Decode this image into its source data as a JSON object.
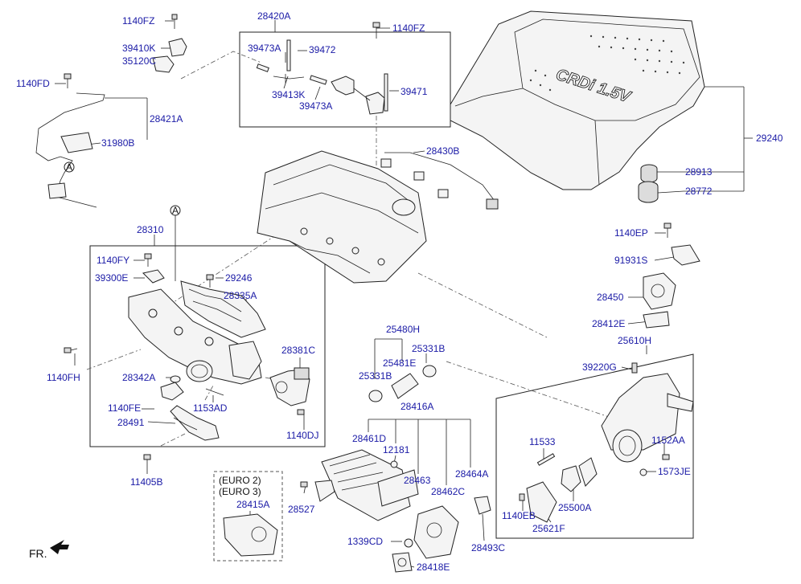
{
  "labels": {
    "l_1140FZ_a": "1140FZ",
    "l_39410K": "39410K",
    "l_35120C": "35120C",
    "l_1140FD": "1140FD",
    "l_28421A": "28421A",
    "l_31980B": "31980B",
    "l_28420A": "28420A",
    "l_39473A_a": "39473A",
    "l_39472": "39472",
    "l_39413K": "39413K",
    "l_39473A_b": "39473A",
    "l_39471": "39471",
    "l_1140FZ_b": "1140FZ",
    "l_28430B": "28430B",
    "l_29240": "29240",
    "l_28913": "28913",
    "l_28772": "28772",
    "l_28310": "28310",
    "l_1140FY": "1140FY",
    "l_39300E": "39300E",
    "l_29246": "29246",
    "l_28335A": "28335A",
    "l_28381C": "28381C",
    "l_1140FH": "1140FH",
    "l_28342A": "28342A",
    "l_1140FE": "1140FE",
    "l_28491": "28491",
    "l_1153AD": "1153AD",
    "l_1140DJ": "1140DJ",
    "l_11405B": "11405B",
    "l_25480H": "25480H",
    "l_25481E": "25481E",
    "l_25331B_a": "25331B",
    "l_25331B_b": "25331B",
    "l_28416A": "28416A",
    "l_28461D": "28461D",
    "l_12181": "12181",
    "l_28463": "28463",
    "l_28462C": "28462C",
    "l_28464A": "28464A",
    "l_28527": "28527",
    "l_1339CD": "1339CD",
    "l_28493C": "28493C",
    "l_28418E": "28418E",
    "l_28415A": "28415A",
    "l_euro2": "(EURO 2)",
    "l_euro3": "(EURO 3)",
    "l_1140EP": "1140EP",
    "l_91931S": "91931S",
    "l_28450": "28450",
    "l_28412E": "28412E",
    "l_25610H": "25610H",
    "l_39220G": "39220G",
    "l_11533": "11533",
    "l_1152AA": "1152AA",
    "l_1573JE": "1573JE",
    "l_1140EB": "1140EB",
    "l_25500A": "25500A",
    "l_25621F": "25621F",
    "l_ref_a1": "A",
    "l_ref_a2": "A",
    "l_fr": "FR.",
    "cover_text": "CRDi 1.5V"
  },
  "colors": {
    "label": "#1a1aa6",
    "line": "#222222"
  }
}
